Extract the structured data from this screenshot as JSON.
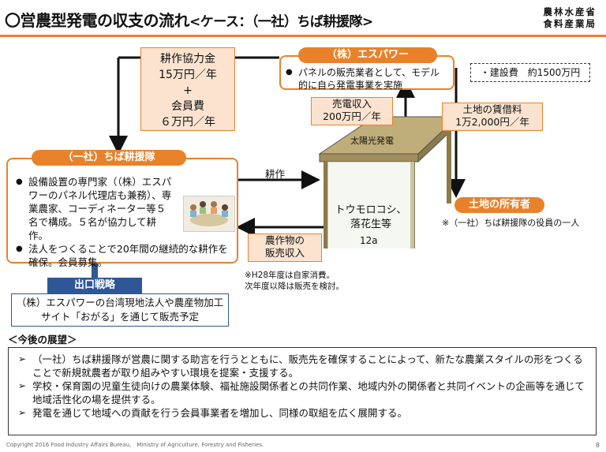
{
  "title": "〇営農型発電の収支の流れ",
  "subtitle": "<ケース：（一社）ちば耕援隊>",
  "agency": [
    "農林水産省",
    "食料産業局"
  ],
  "fee_box": [
    "耕作協力金",
    "15万円／年",
    "+",
    "会員費",
    "６万円／年"
  ],
  "esp": {
    "label": "（株）エスパワー",
    "text": "パネルの販売業者として、モデル的に自ら発電事業を実施"
  },
  "construction": "・建設費　約1500万円",
  "sales_revenue": [
    "売電収入",
    "200万円／年"
  ],
  "land_lease": [
    "土地の賃借料",
    "1万2,000円／年"
  ],
  "solar_label": "太陽光発電",
  "crop_label": [
    "トウモロコシ、",
    "落花生等"
  ],
  "area_label": "12a",
  "farming_label": "耕作",
  "crop_revenue": [
    "農作物の",
    "販売収入"
  ],
  "crop_note": [
    "※H28年度は自家消費。",
    "次年度以降は販売を検討。"
  ],
  "landowner": {
    "label": "土地の所有者",
    "note": "※（一社）ちば耕援隊の役員の一人"
  },
  "chiba": {
    "label": "（一社）ちば耕援隊",
    "bullets": [
      "設備設置の専門家（（株）エスパワーのパネル代理店も兼務）、専業農家、コーディネーター等５名で構成。５名が協力して耕作。",
      "法人をつくることで20年間の継続的な耕作を確保。会員募集。"
    ]
  },
  "exit": {
    "label": "出口戦略",
    "text": "（株）エスパワーの台湾現地法人や農産物加工サイト「おがる」を通じて販売予定"
  },
  "outlook": {
    "heading": "＜今後の展望＞",
    "items": [
      "（一社）ちば耕援隊が営農に関する助言を行うとともに、販売先を確保することによって、新たな農業スタイルの形をつくることで新規就農者が取り組みやすい環境を提案・支援する。",
      "学校・保育園の児童生徒向けの農業体験、福祉施設関係者との共同作業、地域内外の関係者と共同イベントの企画等を通じて地域活性化の場を提供する。",
      "発電を通じて地域への貢献を行う会員事業者を増加し、同様の取組を広く展開する。"
    ]
  },
  "footer": "Copyright 2016 Food Industry Affairs Bureau,　Ministry of Agriculture, Forestry and Fisheries.",
  "page_number": "8",
  "colors": {
    "accent": "#e8822a",
    "box_fill": "#fbe3d0",
    "navy": "#2e5797"
  }
}
